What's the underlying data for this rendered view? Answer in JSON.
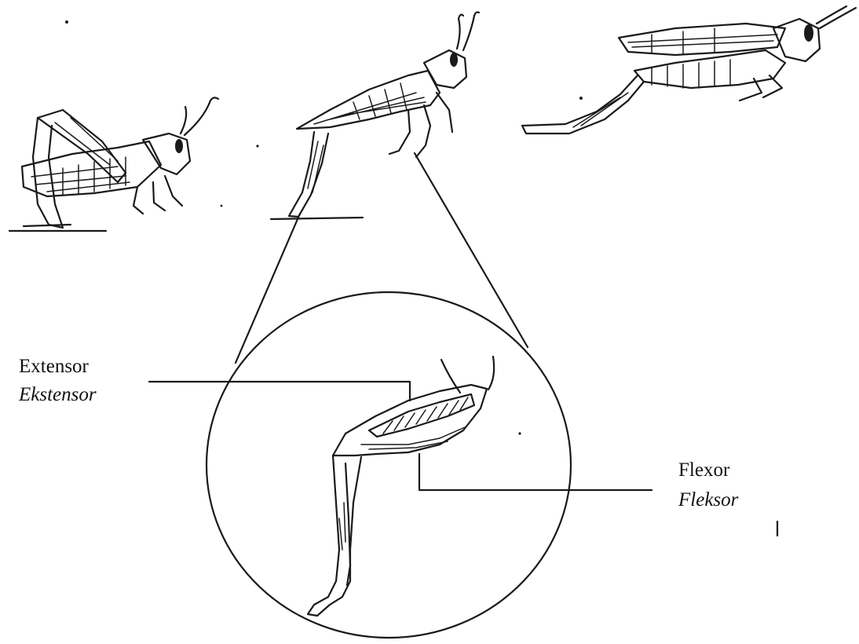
{
  "labels": {
    "extensor_en": "Extensor",
    "extensor_ms": "Ekstensor",
    "flexor_en": "Flexor",
    "flexor_ms": "Fleksor"
  },
  "figures": [
    {
      "name": "grasshopper-crouching"
    },
    {
      "name": "grasshopper-take-off"
    },
    {
      "name": "grasshopper-in-flight"
    }
  ],
  "colors": {
    "ink": "#1a1a1a",
    "background": "#ffffff"
  }
}
